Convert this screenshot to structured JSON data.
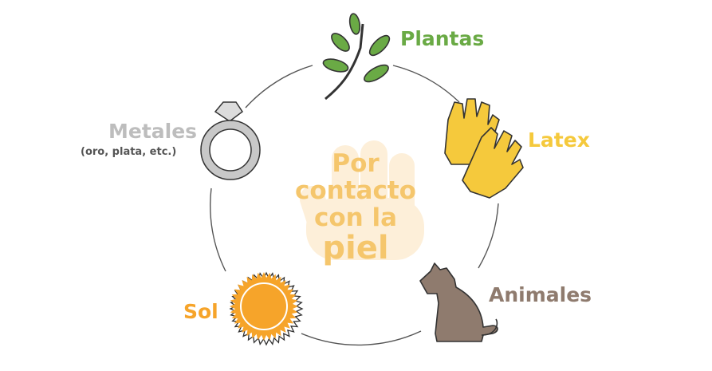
{
  "diagram": {
    "center_text": {
      "line1": "Por",
      "line2": "contacto",
      "line3": "con la",
      "line4": "piel"
    },
    "items": [
      {
        "label": "Plantas",
        "icon": "plant-branch-icon",
        "color": "#6aaa45"
      },
      {
        "label": "Latex",
        "icon": "latex-gloves-icon",
        "color": "#f5c93c"
      },
      {
        "label": "Animales",
        "icon": "sitting-dog-icon",
        "color": "#8f7b6e"
      },
      {
        "label": "Sol",
        "icon": "sun-icon",
        "color": "#f6a42a"
      },
      {
        "label": "Metales",
        "sublabel": "(oro, plata, etc.)",
        "icon": "diamond-ring-icon",
        "color": "#bdbdbd"
      }
    ],
    "colors": {
      "circle": "#555555",
      "hand": "#fdefd9",
      "center_text": "#f5c66c"
    }
  }
}
